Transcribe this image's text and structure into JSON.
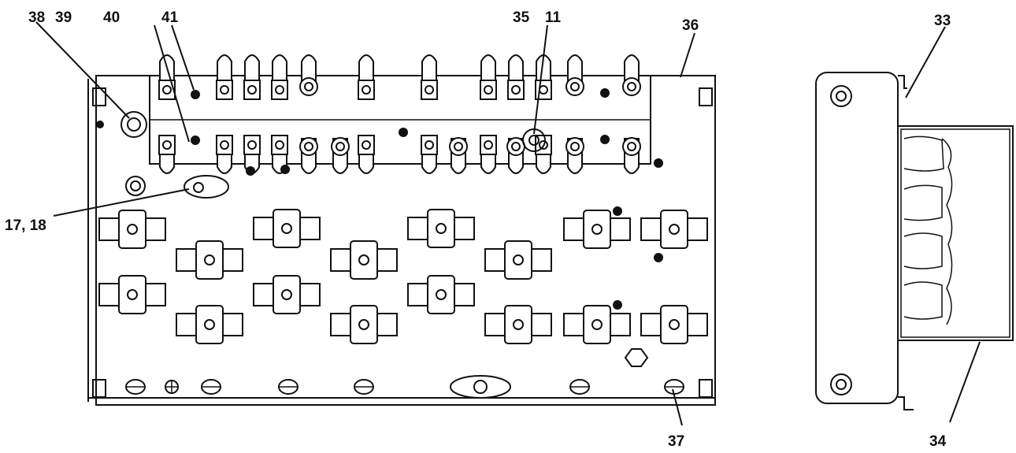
{
  "diagram": {
    "callouts": [
      {
        "id": "c38",
        "text": "38"
      },
      {
        "id": "c39",
        "text": "39"
      },
      {
        "id": "c40",
        "text": "40"
      },
      {
        "id": "c41",
        "text": "41"
      },
      {
        "id": "c35",
        "text": "35"
      },
      {
        "id": "c11",
        "text": "11"
      },
      {
        "id": "c36",
        "text": "36"
      },
      {
        "id": "c33",
        "text": "33"
      },
      {
        "id": "c1718",
        "text": "17, 18"
      },
      {
        "id": "c37",
        "text": "37"
      },
      {
        "id": "c34",
        "text": "34"
      }
    ]
  }
}
